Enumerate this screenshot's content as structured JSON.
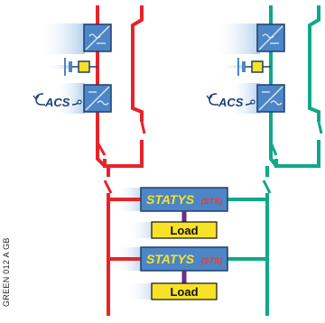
{
  "labels": {
    "acs": "ACS",
    "statys_name": "STATYS",
    "statys_suffix": "(STS)",
    "load": "Load",
    "side_code": "GREEN 012 A GB"
  },
  "colors": {
    "source_a": "#e8232a",
    "source_b": "#0fa88a",
    "module_fill": "#4d86c6",
    "module_border": "#1f3f6f",
    "load_fill": "#f7e227",
    "load_link": "#6a2c86",
    "glow": "#bcd6ee"
  },
  "components": {
    "ups_units": [
      {
        "id": "ups-a1",
        "symbol": "rectifier-icon"
      },
      {
        "id": "ups-a2",
        "symbol": "inverter-icon"
      },
      {
        "id": "ups-b1",
        "symbol": "rectifier-icon"
      },
      {
        "id": "ups-b2",
        "symbol": "inverter-icon"
      }
    ],
    "batteries": 2,
    "transfer_switches": 2,
    "loads": 2
  }
}
